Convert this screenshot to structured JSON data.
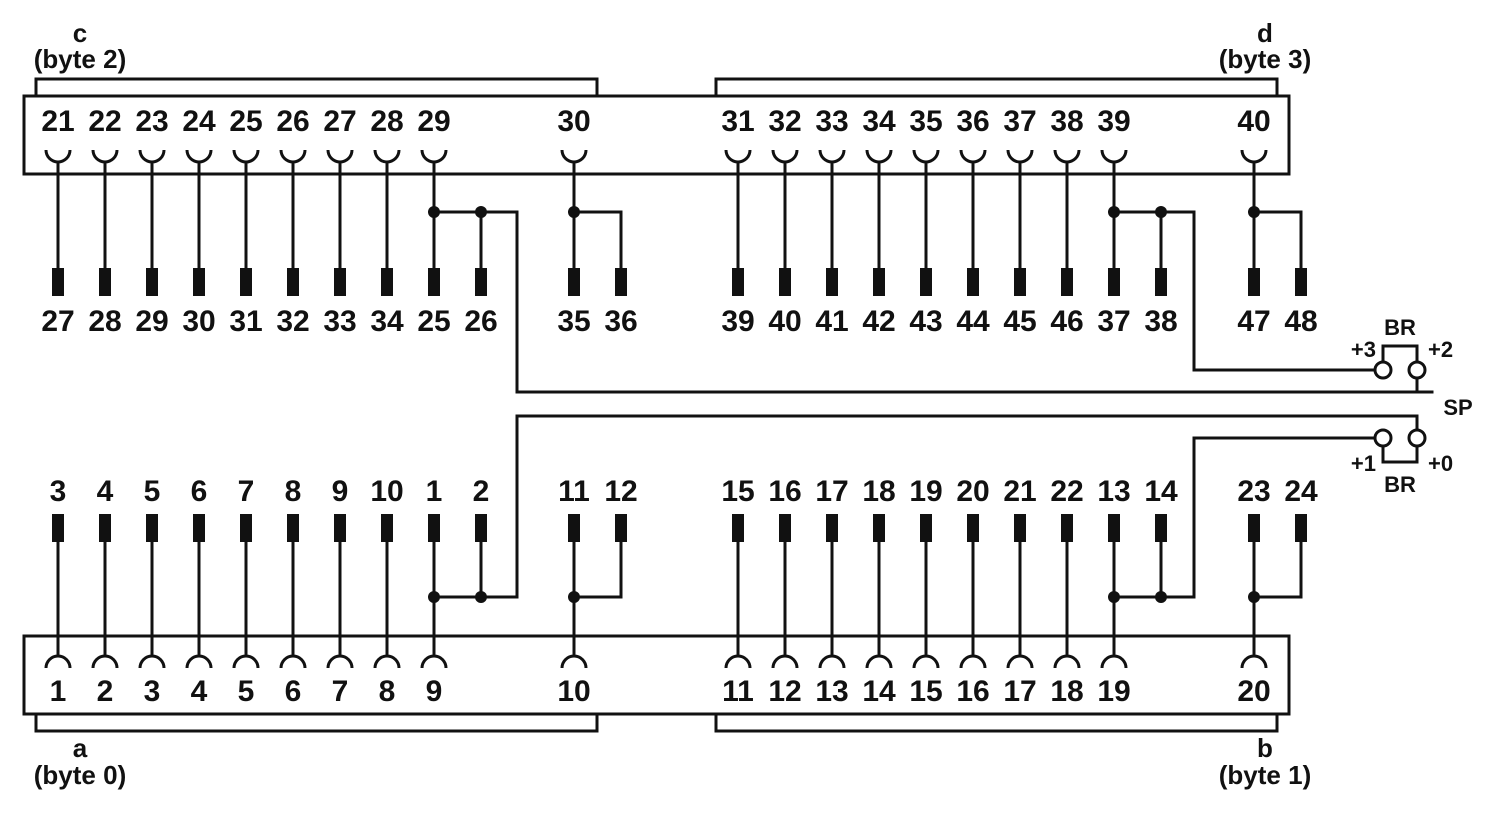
{
  "colors": {
    "line": "#111111",
    "background": "#ffffff"
  },
  "top": {
    "group_left": {
      "letter": "c",
      "byte": "(byte 2)"
    },
    "group_right": {
      "letter": "d",
      "byte": "(byte 3)"
    },
    "connector_pins": [
      "21",
      "22",
      "23",
      "24",
      "25",
      "26",
      "27",
      "28",
      "29",
      "30",
      "31",
      "32",
      "33",
      "34",
      "35",
      "36",
      "37",
      "38",
      "39",
      "40"
    ],
    "terminals": [
      "27",
      "28",
      "29",
      "30",
      "31",
      "32",
      "33",
      "34",
      "25",
      "26",
      "35",
      "36",
      "39",
      "40",
      "41",
      "42",
      "43",
      "44",
      "45",
      "46",
      "37",
      "38",
      "47",
      "48"
    ]
  },
  "bottom": {
    "group_left": {
      "letter": "a",
      "byte": "(byte 0)"
    },
    "group_right": {
      "letter": "b",
      "byte": "(byte 1)"
    },
    "connector_pins": [
      "1",
      "2",
      "3",
      "4",
      "5",
      "6",
      "7",
      "8",
      "9",
      "10",
      "11",
      "12",
      "13",
      "14",
      "15",
      "16",
      "17",
      "18",
      "19",
      "20"
    ],
    "terminals": [
      "3",
      "4",
      "5",
      "6",
      "7",
      "8",
      "9",
      "10",
      "1",
      "2",
      "11",
      "12",
      "15",
      "16",
      "17",
      "18",
      "19",
      "20",
      "21",
      "22",
      "13",
      "14",
      "23",
      "24"
    ]
  },
  "jumpers": {
    "top": {
      "name": "BR",
      "left": "+3",
      "right": "+2"
    },
    "sp": "SP",
    "bottom": {
      "name": "BR",
      "left": "+1",
      "right": "+0"
    }
  }
}
